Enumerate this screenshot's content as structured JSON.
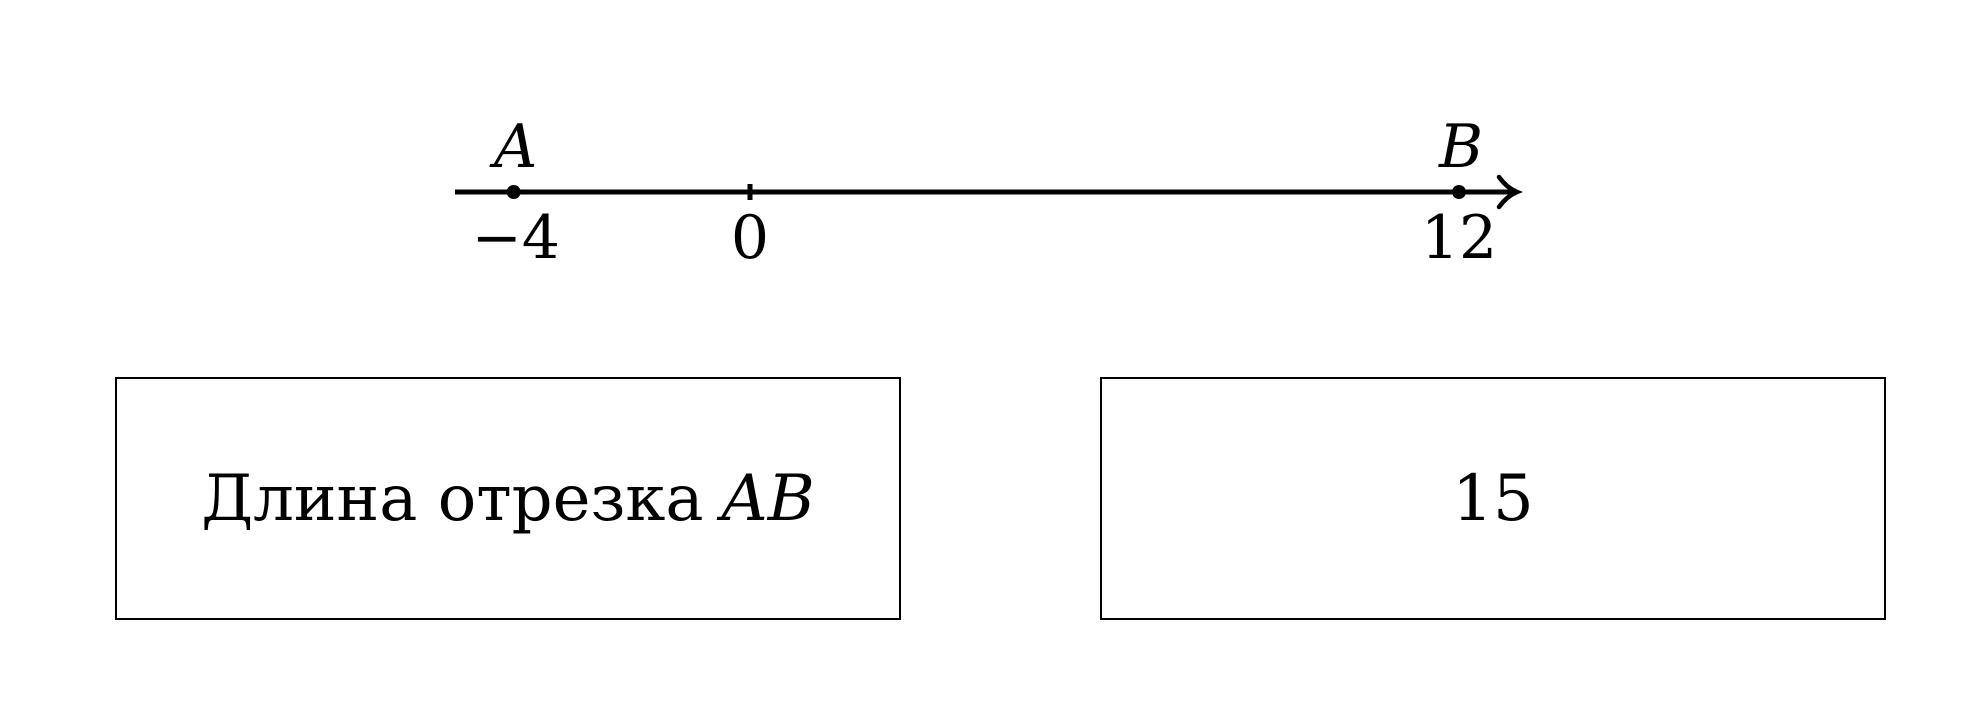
{
  "number_line": {
    "ticks": [
      {
        "value": -4,
        "label": "−4",
        "point": "A",
        "dot": true
      },
      {
        "value": 0,
        "label": "0",
        "point": "",
        "dot": false
      },
      {
        "value": 12,
        "label": "12",
        "point": "B",
        "dot": true
      }
    ]
  },
  "match": {
    "left_text": "Длина отрезка",
    "left_var": "AB",
    "right_value": "15"
  }
}
